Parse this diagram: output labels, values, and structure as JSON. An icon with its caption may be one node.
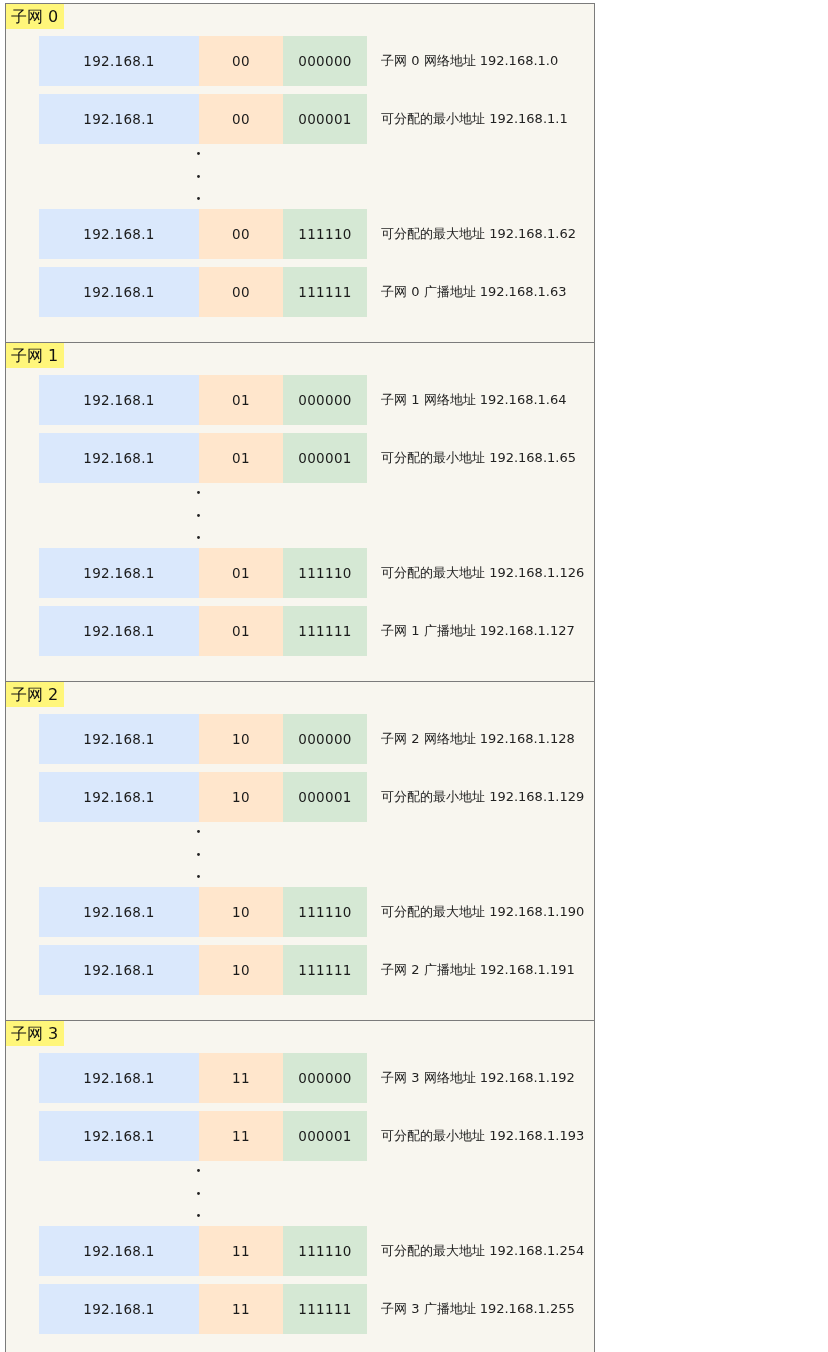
{
  "diagram": {
    "nodes": [
      {
        "text": [
          "子网 0"
        ]
      },
      {
        "text": [
          "192.168.1"
        ],
        "in": 0
      },
      {
        "text": [
          "00"
        ],
        "in": 0
      },
      {
        "text": [
          "000000"
        ],
        "in": 0,
        "beside": [
          "子网 0 网络地址 192.168.1.0"
        ]
      },
      {
        "text": [
          "192.168.1"
        ],
        "in": 0
      },
      {
        "text": [
          "00"
        ],
        "in": 0
      },
      {
        "text": [
          "000001"
        ],
        "in": 0,
        "beside": [
          "可分配的最小地址 192.168.1.1"
        ]
      },
      {
        "text": [
          "192.168.1"
        ],
        "in": 0
      },
      {
        "text": [
          "00"
        ],
        "in": 0
      },
      {
        "text": [
          "111110"
        ],
        "in": 0,
        "beside": [
          "可分配的最大地址 192.168.1.62"
        ]
      },
      {
        "text": [
          "192.168.1"
        ],
        "in": 0
      },
      {
        "text": [
          "00"
        ],
        "in": 0
      },
      {
        "text": [
          "111111"
        ],
        "in": 0,
        "beside": [
          "子网 0 广播地址 192.168.1.63"
        ]
      },
      {
        "text": [
          "子网 1"
        ]
      },
      {
        "text": [
          "192.168.1"
        ],
        "in": 13
      },
      {
        "text": [
          "01"
        ],
        "in": 13
      },
      {
        "text": [
          "000000"
        ],
        "in": 13,
        "beside": [
          "子网 1 网络地址 192.168.1.64"
        ]
      },
      {
        "text": [
          "192.168.1"
        ],
        "in": 13
      },
      {
        "text": [
          "01"
        ],
        "in": 13
      },
      {
        "text": [
          "000001"
        ],
        "in": 13,
        "beside": [
          "可分配的最小地址 192.168.1.65"
        ]
      },
      {
        "text": [
          "192.168.1"
        ],
        "in": 13
      },
      {
        "text": [
          "01"
        ],
        "in": 13
      },
      {
        "text": [
          "111110"
        ],
        "in": 13,
        "beside": [
          "可分配的最大地址 192.168.1.126"
        ]
      },
      {
        "text": [
          "192.168.1"
        ],
        "in": 13
      },
      {
        "text": [
          "01"
        ],
        "in": 13
      },
      {
        "text": [
          "111111"
        ],
        "in": 13,
        "beside": [
          "子网 1 广播地址 192.168.1.127"
        ]
      },
      {
        "text": [
          "子网 2"
        ]
      },
      {
        "text": [
          "192.168.1"
        ],
        "in": 26
      },
      {
        "text": [
          "10"
        ],
        "in": 26
      },
      {
        "text": [
          "000000"
        ],
        "in": 26,
        "beside": [
          "子网 2 网络地址 192.168.1.128"
        ]
      },
      {
        "text": [
          "192.168.1"
        ],
        "in": 26
      },
      {
        "text": [
          "10"
        ],
        "in": 26
      },
      {
        "text": [
          "000001"
        ],
        "in": 26,
        "beside": [
          "可分配的最小地址 192.168.1.129"
        ]
      },
      {
        "text": [
          "192.168.1"
        ],
        "in": 26
      },
      {
        "text": [
          "10"
        ],
        "in": 26
      },
      {
        "text": [
          "111110"
        ],
        "in": 26,
        "beside": [
          "可分配的最大地址 192.168.1.190"
        ]
      },
      {
        "text": [
          "192.168.1"
        ],
        "in": 26
      },
      {
        "text": [
          "10"
        ],
        "in": 26
      },
      {
        "text": [
          "111111"
        ],
        "in": 26,
        "beside": [
          "子网 2 广播地址 192.168.1.191"
        ]
      },
      {
        "text": [
          "子网 3"
        ]
      },
      {
        "text": [
          "192.168.1"
        ],
        "in": 39
      },
      {
        "text": [
          "11"
        ],
        "in": 39
      },
      {
        "text": [
          "000000"
        ],
        "in": 39,
        "beside": [
          "子网 3 网络地址 192.168.1.192"
        ]
      },
      {
        "text": [
          "192.168.1"
        ],
        "in": 39
      },
      {
        "text": [
          "11"
        ],
        "in": 39
      },
      {
        "text": [
          "000001"
        ],
        "in": 39,
        "beside": [
          "可分配的最小地址 192.168.1.193"
        ]
      },
      {
        "text": [
          "192.168.1"
        ],
        "in": 39
      },
      {
        "text": [
          "11"
        ],
        "in": 39
      },
      {
        "text": [
          "111110"
        ],
        "in": 39,
        "beside": [
          "可分配的最大地址 192.168.1.254"
        ]
      },
      {
        "text": [
          "192.168.1"
        ],
        "in": 39
      },
      {
        "text": [
          "11"
        ],
        "in": 39
      },
      {
        "text": [
          "111111"
        ],
        "in": 39,
        "beside": [
          "子网 3 广播地址 192.168.1.255"
        ]
      }
    ]
  }
}
